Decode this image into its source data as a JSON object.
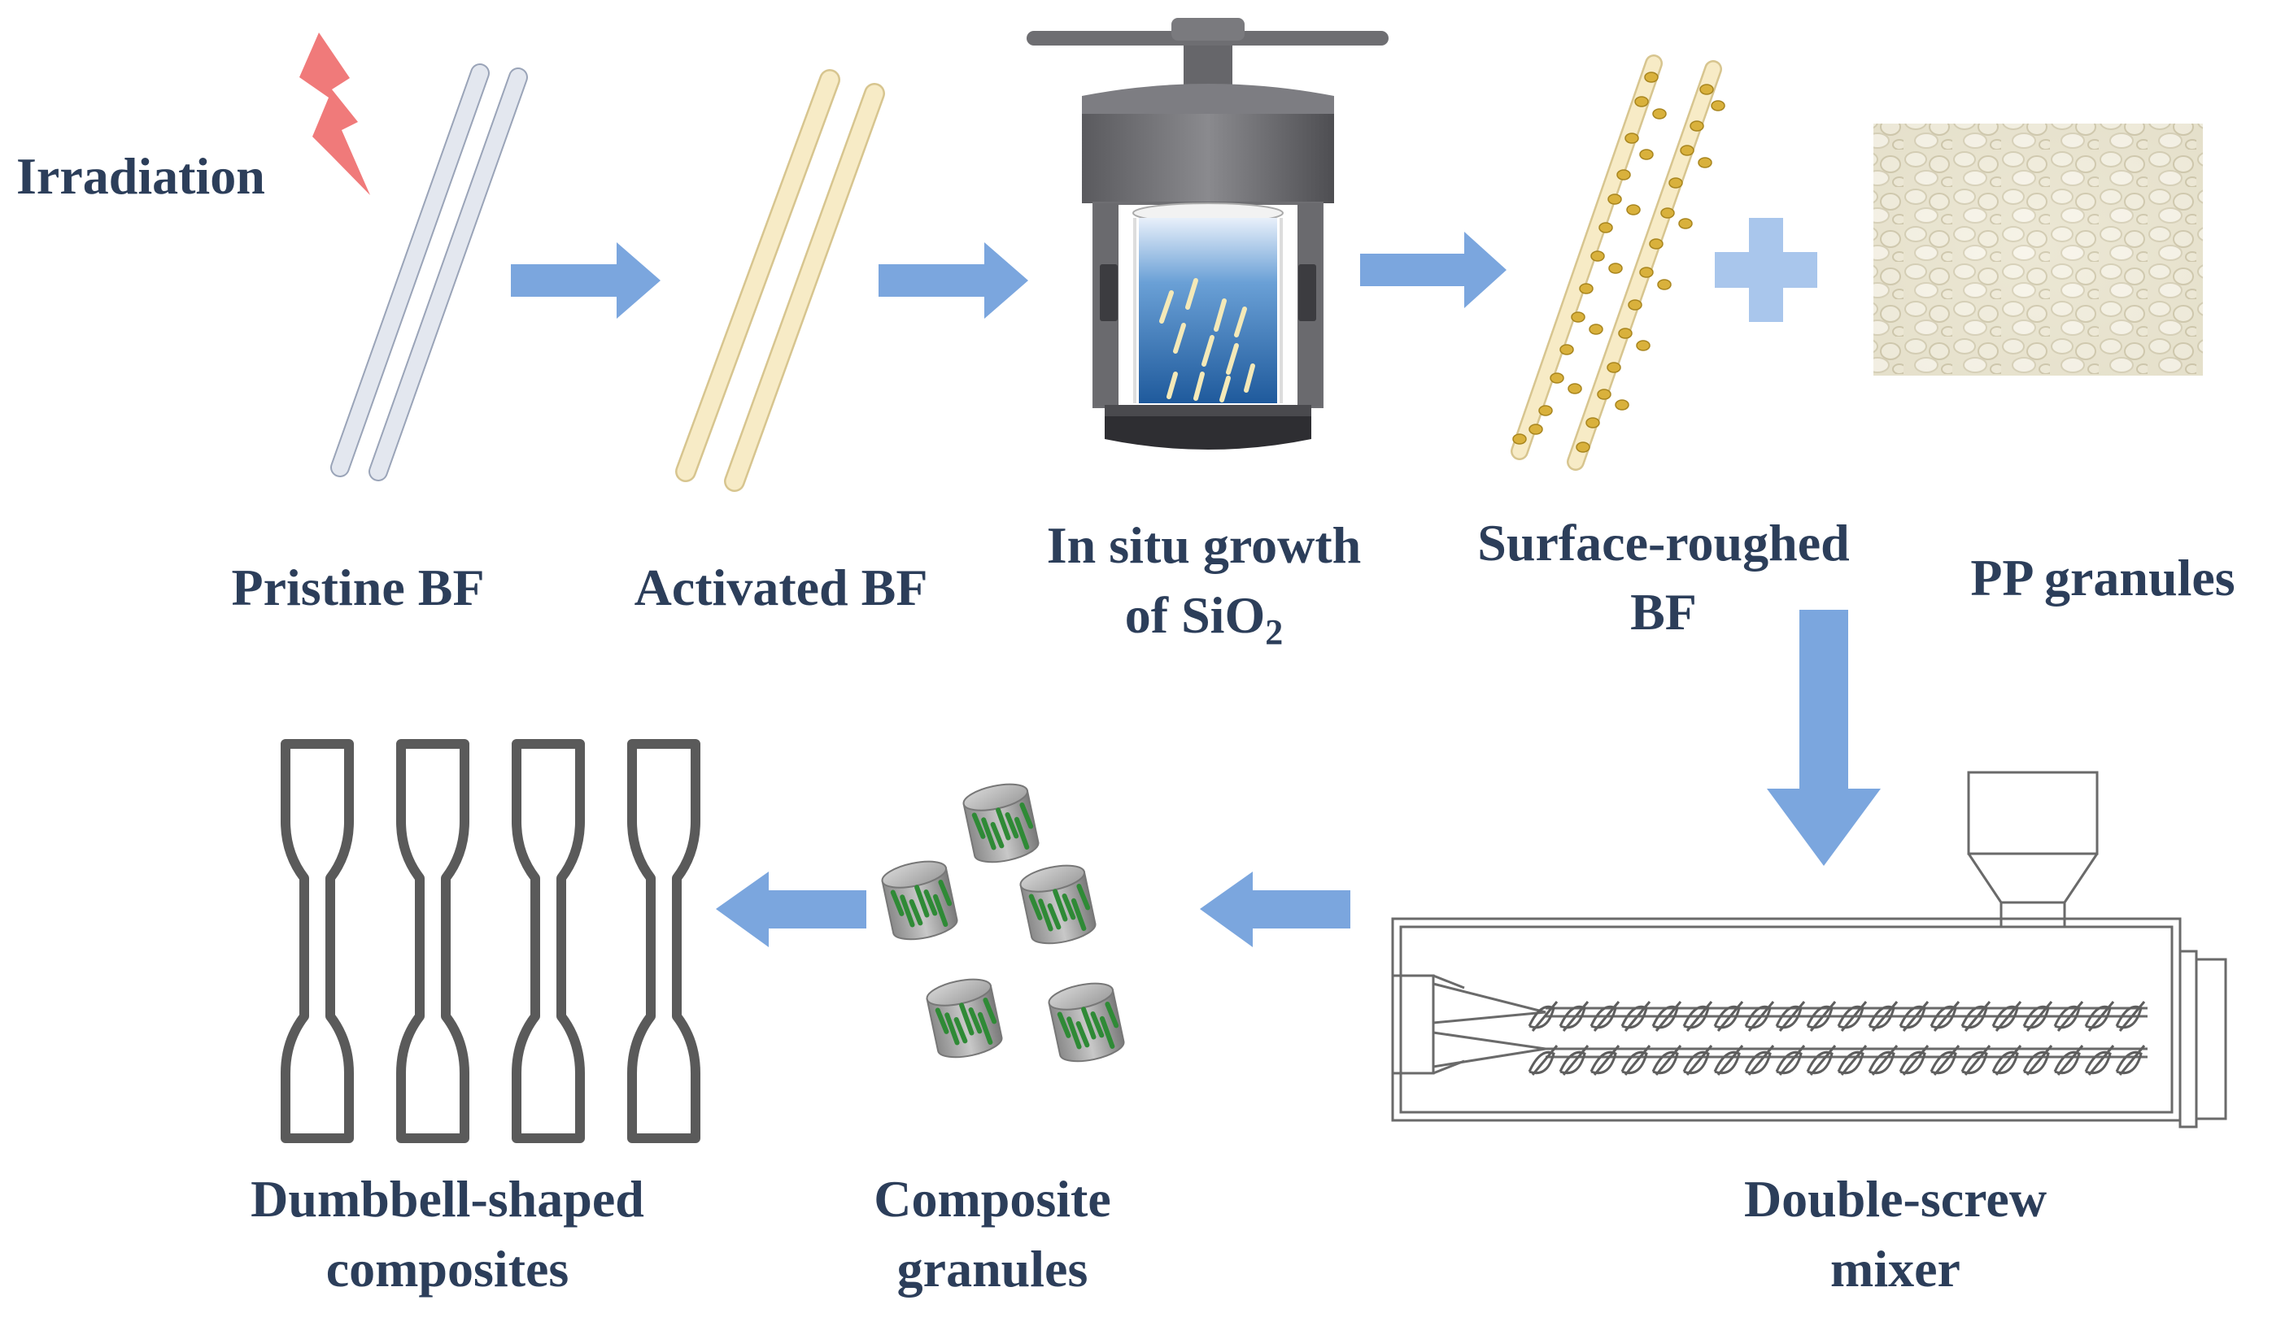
{
  "labels": {
    "irradiation": "Irradiation",
    "pristine_bf": "Pristine BF",
    "activated_bf": "Activated BF",
    "insitu_line1": "In situ growth",
    "insitu_line2_prefix": "of SiO",
    "insitu_sub": "2",
    "surface_line1": "Surface-roughed",
    "surface_line2": "BF",
    "pp_granules": "PP granules",
    "mixer_line1": "Double-screw",
    "mixer_line2": "mixer",
    "granules_line1": "Composite",
    "granules_line2": "granules",
    "dumbbell_line1": "Dumbbell-shaped",
    "dumbbell_line2": "composites"
  },
  "colors": {
    "label_text": "#2c3e5a",
    "arrow": "#7ba6de",
    "plus": "#a9c6ec",
    "pristine_fiber": "#c6ccd8",
    "activated_fiber": "#f3e6bd",
    "sio2_particle": "#d9b13c",
    "reactor_body": "#6e6e72",
    "reactor_liquid": "#3e7bbd",
    "granule_fiber": "#2f8a36",
    "lightning": "#f07a7a",
    "outline": "#5a5a5a"
  },
  "icons": {
    "irradiation": "lightning-icon",
    "flow": "arrow-icon",
    "add": "plus-icon"
  }
}
